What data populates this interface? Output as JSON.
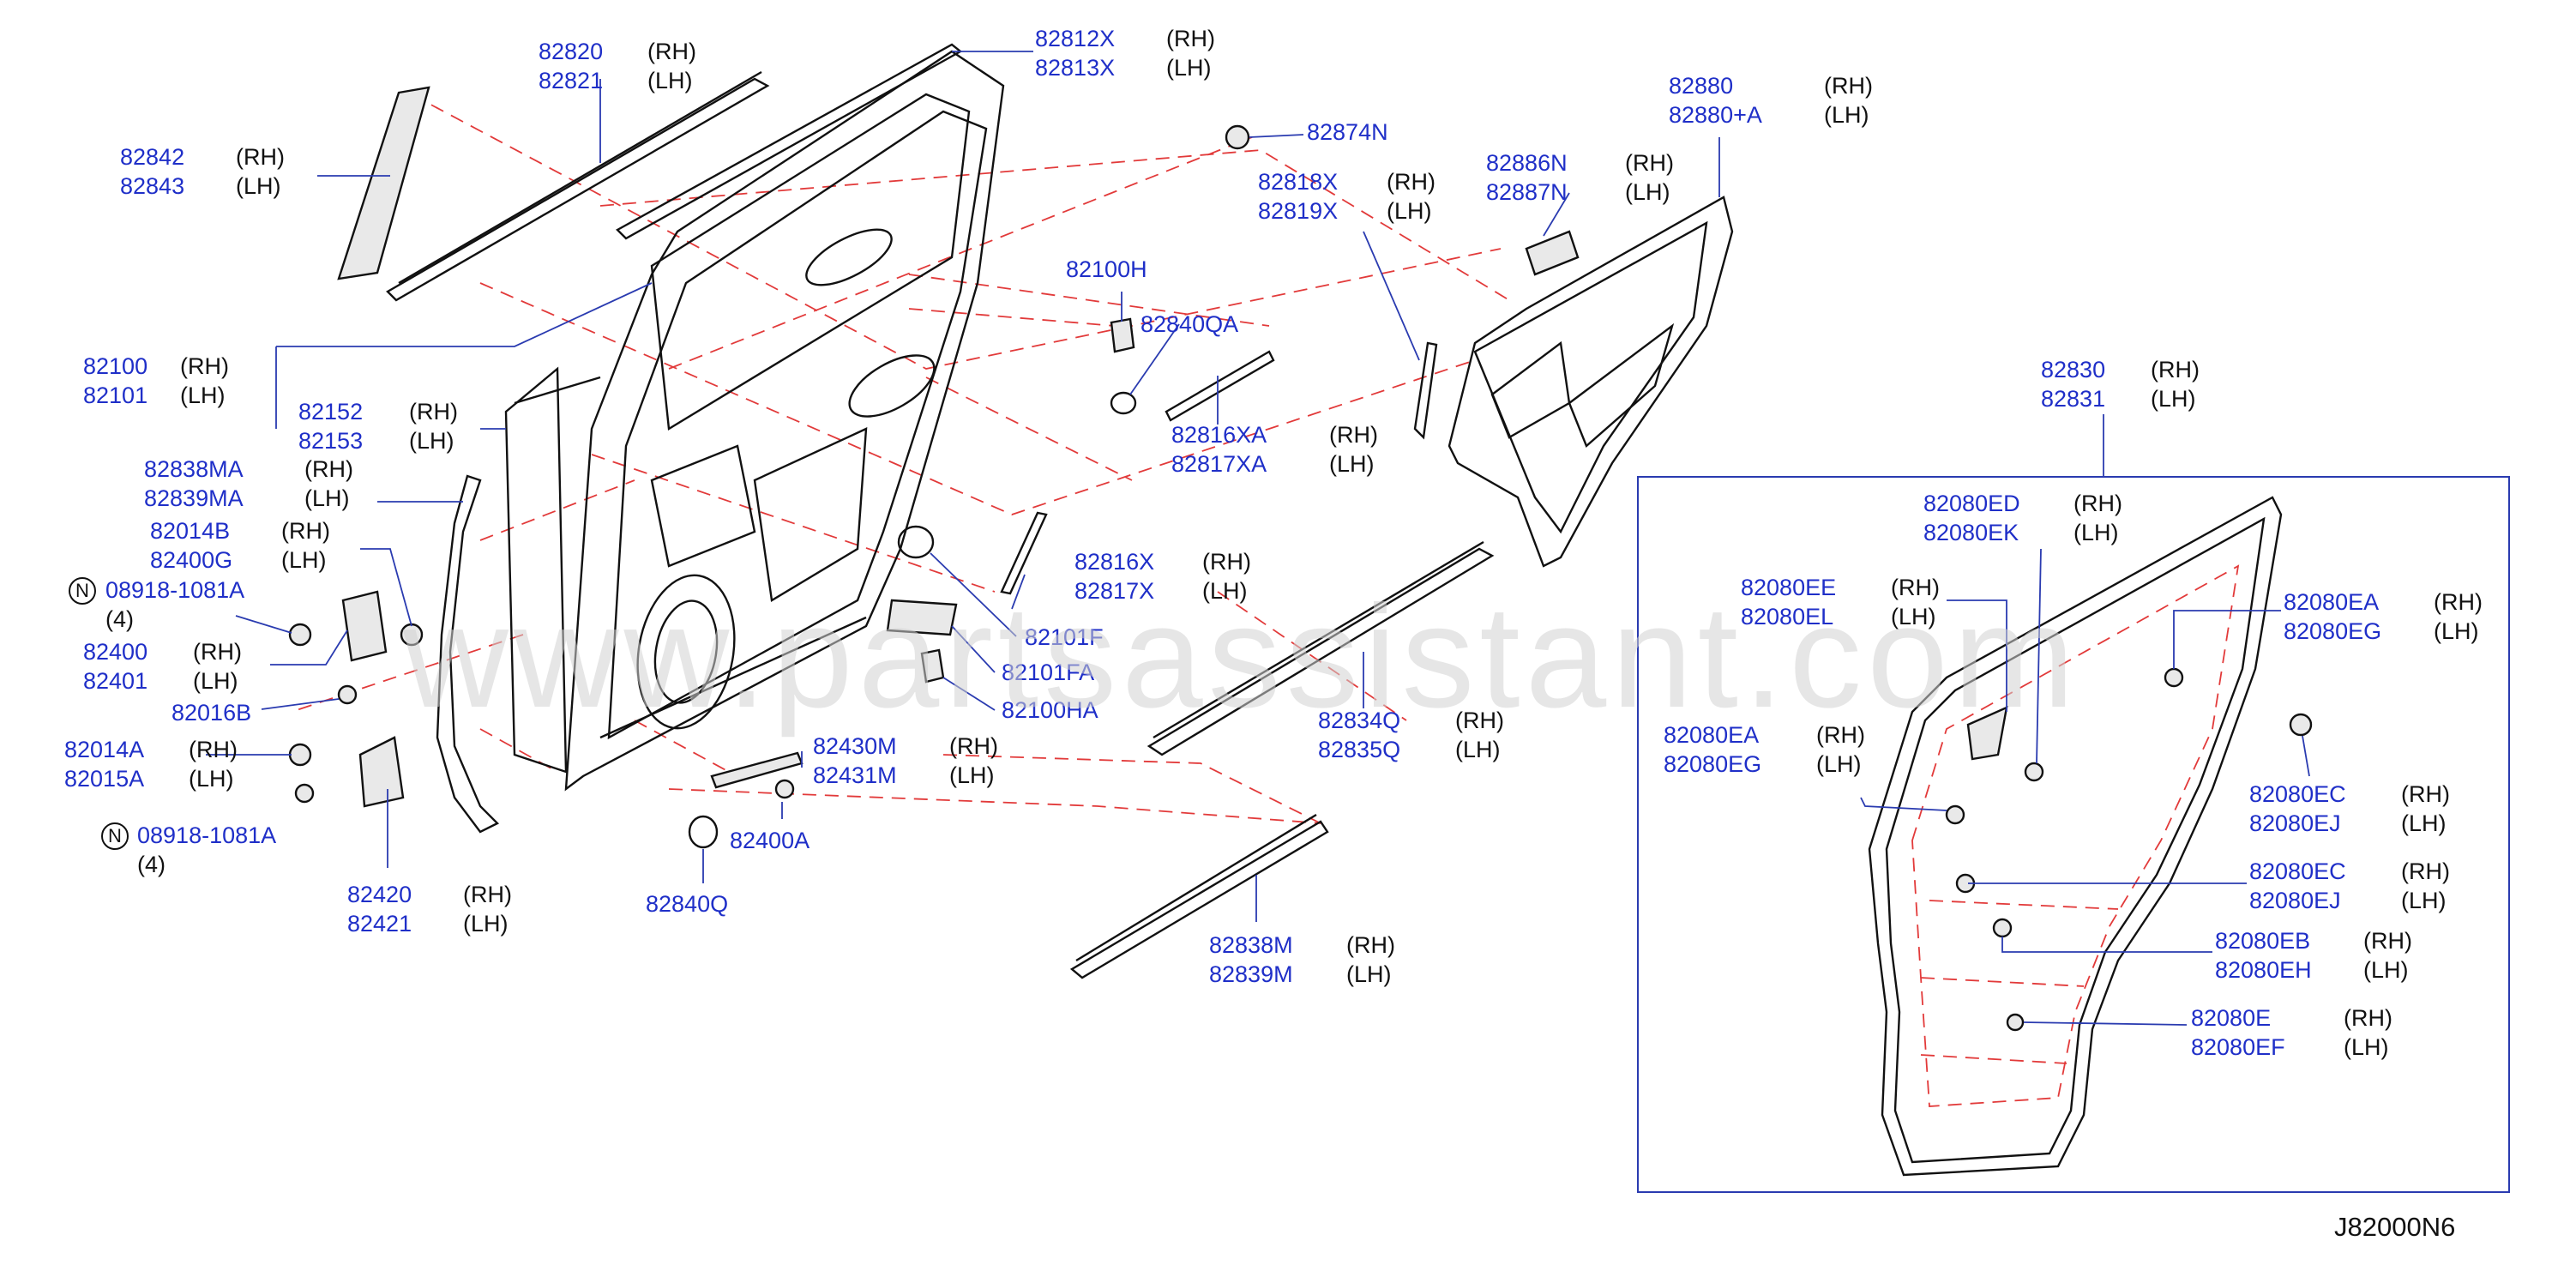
{
  "diagram": {
    "code": "J82000N6",
    "watermark": "www.partsassistant.com",
    "n_symbol": "N",
    "callouts": [
      {
        "id": "c1",
        "parts": [
          "82820",
          "82821"
        ],
        "sides": [
          "(RH)",
          "(LH)"
        ]
      },
      {
        "id": "c2",
        "parts": [
          "82812X",
          "82813X"
        ],
        "sides": [
          "(RH)",
          "(LH)"
        ]
      },
      {
        "id": "c3",
        "parts": [
          "82842",
          "82843"
        ],
        "sides": [
          "(RH)",
          "(LH)"
        ]
      },
      {
        "id": "c4",
        "parts": [
          "82874N"
        ],
        "sides": []
      },
      {
        "id": "c5",
        "parts": [
          "82880",
          "82880+A"
        ],
        "sides": [
          "(RH)",
          "(LH)"
        ]
      },
      {
        "id": "c6",
        "parts": [
          "82886N",
          "82887N"
        ],
        "sides": [
          "(RH)",
          "(LH)"
        ]
      },
      {
        "id": "c7",
        "parts": [
          "82818X",
          "82819X"
        ],
        "sides": [
          "(RH)",
          "(LH)"
        ]
      },
      {
        "id": "c8",
        "parts": [
          "82100H"
        ],
        "sides": []
      },
      {
        "id": "c9",
        "parts": [
          "82840QA"
        ],
        "sides": []
      },
      {
        "id": "c10",
        "parts": [
          "82100",
          "82101"
        ],
        "sides": [
          "(RH)",
          "(LH)"
        ]
      },
      {
        "id": "c11",
        "parts": [
          "82152",
          "82153"
        ],
        "sides": [
          "(RH)",
          "(LH)"
        ]
      },
      {
        "id": "c12",
        "parts": [
          "82816XA",
          "82817XA"
        ],
        "sides": [
          "(RH)",
          "(LH)"
        ]
      },
      {
        "id": "c13",
        "parts": [
          "82838MA",
          "82839MA"
        ],
        "sides": [
          "(RH)",
          "(LH)"
        ]
      },
      {
        "id": "c14",
        "parts": [
          "82014B",
          "82400G"
        ],
        "sides": [
          "(RH)",
          "(LH)"
        ]
      },
      {
        "id": "c15",
        "parts": [
          "08918-1081A"
        ],
        "sides": [],
        "qty": "(4)"
      },
      {
        "id": "c16",
        "parts": [
          "82400",
          "82401"
        ],
        "sides": [
          "(RH)",
          "(LH)"
        ]
      },
      {
        "id": "c17",
        "parts": [
          "82016B"
        ],
        "sides": []
      },
      {
        "id": "c18",
        "parts": [
          "82014A",
          "82015A"
        ],
        "sides": [
          "(RH)",
          "(LH)"
        ]
      },
      {
        "id": "c19",
        "parts": [
          "08918-1081A"
        ],
        "sides": [],
        "qty": "(4)"
      },
      {
        "id": "c20",
        "parts": [
          "82420",
          "82421"
        ],
        "sides": [
          "(RH)",
          "(LH)"
        ]
      },
      {
        "id": "c21",
        "parts": [
          "82816X",
          "82817X"
        ],
        "sides": [
          "(RH)",
          "(LH)"
        ]
      },
      {
        "id": "c22",
        "parts": [
          "82101F"
        ],
        "sides": []
      },
      {
        "id": "c23",
        "parts": [
          "82101FA"
        ],
        "sides": []
      },
      {
        "id": "c24",
        "parts": [
          "82100HA"
        ],
        "sides": []
      },
      {
        "id": "c25",
        "parts": [
          "82430M",
          "82431M"
        ],
        "sides": [
          "(RH)",
          "(LH)"
        ]
      },
      {
        "id": "c26",
        "parts": [
          "82400A"
        ],
        "sides": []
      },
      {
        "id": "c27",
        "parts": [
          "82840Q"
        ],
        "sides": []
      },
      {
        "id": "c28",
        "parts": [
          "82834Q",
          "82835Q"
        ],
        "sides": [
          "(RH)",
          "(LH)"
        ]
      },
      {
        "id": "c29",
        "parts": [
          "82838M",
          "82839M"
        ],
        "sides": [
          "(RH)",
          "(LH)"
        ]
      },
      {
        "id": "c30",
        "parts": [
          "82830",
          "82831"
        ],
        "sides": [
          "(RH)",
          "(LH)"
        ]
      },
      {
        "id": "c31",
        "parts": [
          "82080ED",
          "82080EK"
        ],
        "sides": [
          "(RH)",
          "(LH)"
        ]
      },
      {
        "id": "c32",
        "parts": [
          "82080EE",
          "82080EL"
        ],
        "sides": [
          "(RH)",
          "(LH)"
        ]
      },
      {
        "id": "c33",
        "parts": [
          "82080EA",
          "82080EG"
        ],
        "sides": [
          "(RH)",
          "(LH)"
        ]
      },
      {
        "id": "c34",
        "parts": [
          "82080EA",
          "82080EG"
        ],
        "sides": [
          "(RH)",
          "(LH)"
        ]
      },
      {
        "id": "c35",
        "parts": [
          "82080EC",
          "82080EJ"
        ],
        "sides": [
          "(RH)",
          "(LH)"
        ]
      },
      {
        "id": "c36",
        "parts": [
          "82080EC",
          "82080EJ"
        ],
        "sides": [
          "(RH)",
          "(LH)"
        ]
      },
      {
        "id": "c37",
        "parts": [
          "82080EB",
          "82080EH"
        ],
        "sides": [
          "(RH)",
          "(LH)"
        ]
      },
      {
        "id": "c38",
        "parts": [
          "82080E",
          "82080EF"
        ],
        "sides": [
          "(RH)",
          "(LH)"
        ]
      }
    ]
  }
}
